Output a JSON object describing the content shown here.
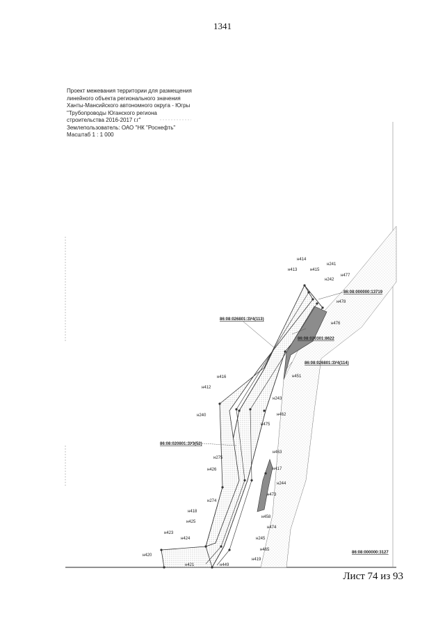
{
  "page_number": "1341",
  "sheet_label": "Лист 74 из 93",
  "legend": [
    "Проект межевания территории для размещения",
    "линейного объекта регионального значения",
    "Ханты-Мансийского автономного округа - Югры",
    "\"Трубопроводы Юганского региона",
    "строительства 2016-2017 г.г\"",
    "Землепользователь: ОАО \"НК \"Роснефть\"",
    "Масштаб 1 : 1 000"
  ],
  "parcels": [
    "86:08:026801:ЗУ4(113)",
    "86:08:026801:ЗУ4(114)",
    "86:08:020801:ЗУ3(52)",
    "86:08:000000:3127",
    "86:08:020301:8622",
    "86:08:000000:13719"
  ],
  "points": {
    "n414": "н414",
    "n413": "н413",
    "n415": "н415",
    "p241": "н241",
    "n477": "н477",
    "p242": "н242",
    "n478": "н478",
    "n476": "н476",
    "n451": "н451",
    "n416": "н416",
    "n412": "н412",
    "p243": "н243",
    "p240": "н240",
    "n462": "н462",
    "n475": "н475",
    "n463": "н463",
    "p275": "н275",
    "n417": "н417",
    "n426": "н426",
    "n244": "н244",
    "n473": "н473",
    "p274": "н274",
    "n418": "н418",
    "n458": "н458",
    "n425": "н425",
    "n474": "н474",
    "n423": "н423",
    "n424": "н424",
    "p245": "н245",
    "n465": "н465",
    "n420": "н420",
    "n419": "н419",
    "n421": "н421",
    "n449": "н449"
  }
}
